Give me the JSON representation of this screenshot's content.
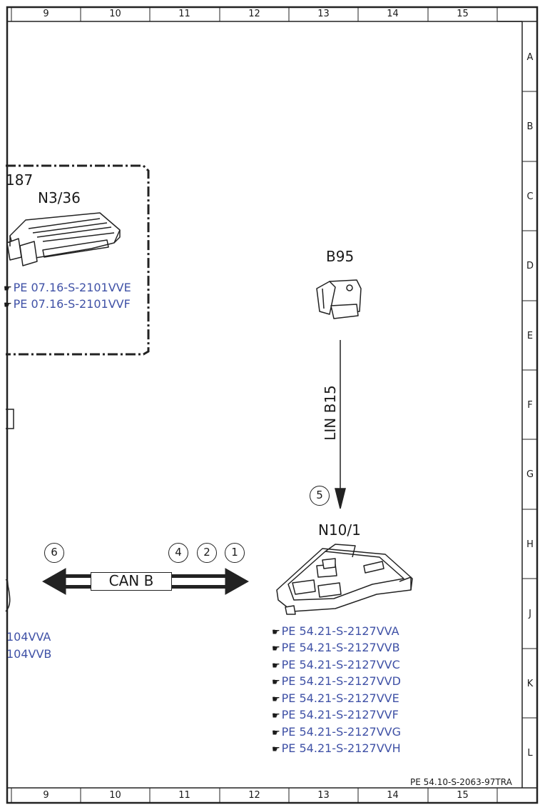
{
  "frame": {
    "columns": [
      "9",
      "10",
      "11",
      "12",
      "13",
      "14",
      "15"
    ],
    "rows": [
      "A",
      "B",
      "C",
      "D",
      "E",
      "F",
      "G",
      "H",
      "J",
      "K",
      "L"
    ]
  },
  "n3_36": {
    "partial_code": "187",
    "name": "N3/36",
    "icon": "engine-control-unit-icon",
    "refs": [
      "PE 07.16-S-2101VVE",
      "PE 07.16-S-2101VVF"
    ]
  },
  "b95": {
    "name": "B95",
    "icon": "battery-sensor-icon"
  },
  "lin": {
    "label": "LIN B15",
    "pin": "5"
  },
  "n10_1": {
    "name": "N10/1",
    "icon": "sam-control-unit-icon",
    "refs": [
      "PE 54.21-S-2127VVA",
      "PE 54.21-S-2127VVB",
      "PE 54.21-S-2127VVC",
      "PE 54.21-S-2127VVD",
      "PE 54.21-S-2127VVE",
      "PE 54.21-S-2127VVF",
      "PE 54.21-S-2127VVG",
      "PE 54.21-S-2127VVH"
    ]
  },
  "can": {
    "label": "CAN B",
    "pins": [
      "6",
      "4",
      "2",
      "1"
    ]
  },
  "left_partial_refs": [
    "104VVA",
    "104VVB"
  ],
  "doc_id": "PE 54.10-S-2063-97TRA",
  "colors": {
    "link": "#3f51a6",
    "line": "#1a1a1a"
  }
}
